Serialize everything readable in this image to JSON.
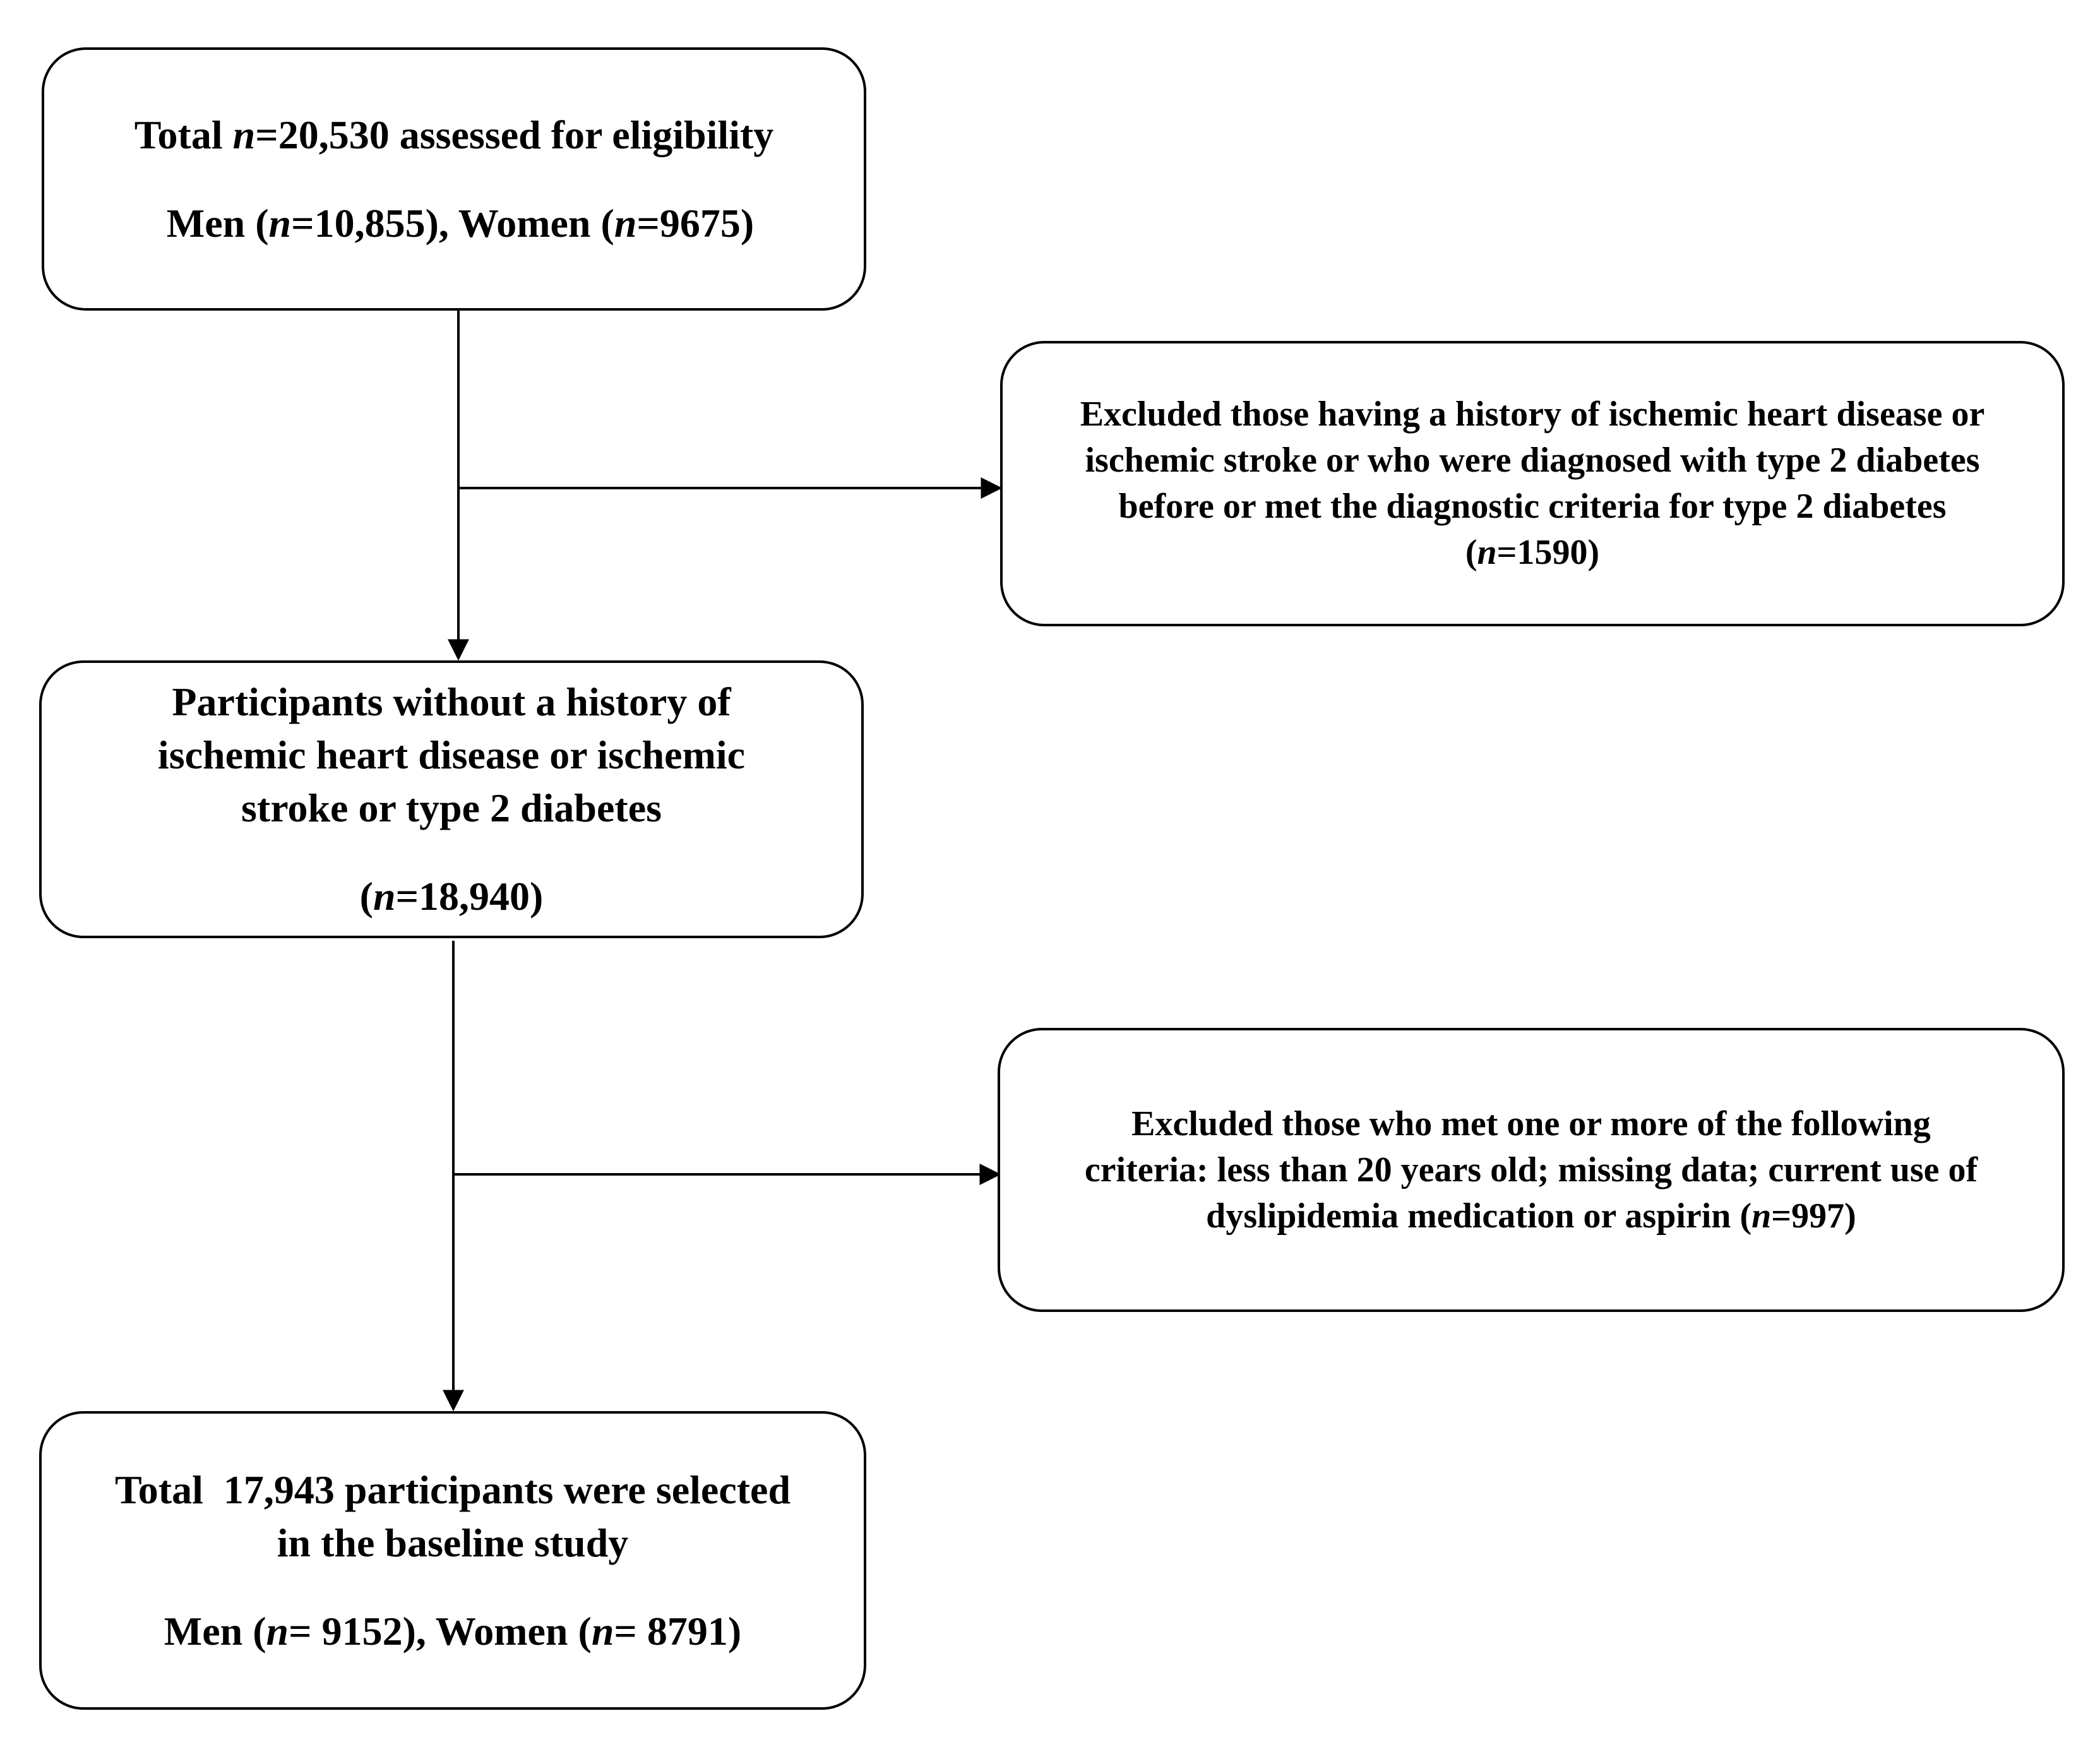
{
  "box1": {
    "line1": [
      "Total ",
      "n",
      "=20,530 assessed for eligibility"
    ],
    "line2": [
      "Men (",
      "n",
      "=10,855), Women (",
      "n",
      "=9675)"
    ]
  },
  "exclusion1": {
    "lines": [
      "Excluded those having a history of ischemic heart disease or",
      "ischemic stroke or who were diagnosed with type 2 diabetes",
      "before or met the diagnostic criteria for type 2 diabetes"
    ],
    "count": [
      "(",
      "n",
      "=1590)"
    ]
  },
  "box2": {
    "lines": [
      "Participants without a history of",
      "ischemic heart disease or ischemic",
      "stroke or type 2 diabetes"
    ],
    "count": [
      "(",
      "n",
      "=18,940)"
    ]
  },
  "exclusion2": {
    "lines": [
      "Excluded those who met one or more of the following",
      "criteria: less than 20 years old; missing data; current use of"
    ],
    "line3": [
      "dyslipidemia medication or aspirin (",
      "n",
      "=997)"
    ]
  },
  "box3": {
    "lines": [
      "Total  17,943 participants were selected",
      "in the baseline study"
    ],
    "line3": [
      "Men (",
      "n",
      "= 9152), Women (",
      "n",
      "= 8791)"
    ]
  }
}
